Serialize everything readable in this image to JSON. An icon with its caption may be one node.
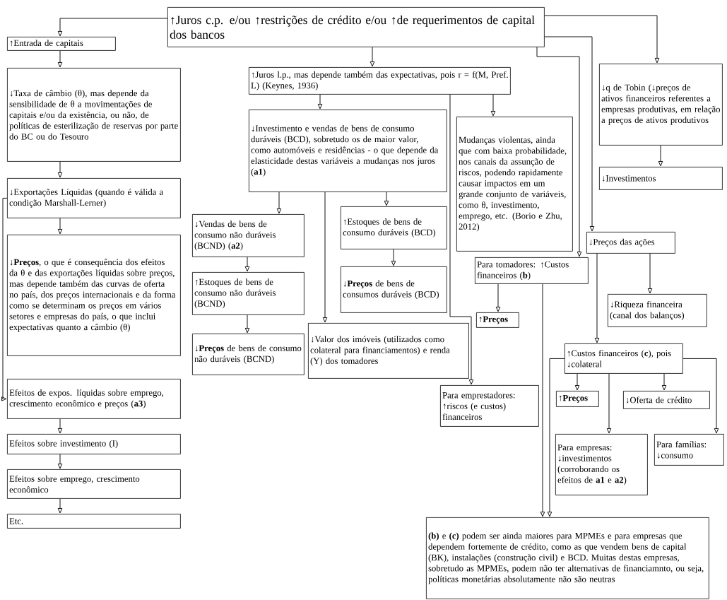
{
  "diagram": {
    "nodes": [
      {
        "text": [
          "↑Juros c.p. e/ou ↑restrições de crédito e/ou ↑de requerimentos de capital dos bancos"
        ]
      },
      {
        "text": [
          "↑Entrada de capitais"
        ]
      },
      {
        "text": [
          "↓Taxa de câmbio (θ), mas depende da sensibilidade de θ a movimentações de capitais e/ou da existência, ou não, de políticas de esterilização de reservas por parte do BC ou do Tesouro"
        ]
      },
      {
        "text": [
          "↓Exportações Líquidas (quando é válida a condição Marshall-Lerner)"
        ]
      },
      {
        "text": [
          "↓**Preços**, o que é consequência dos efeitos da θ e das exportações líquidas sobre preços, mas depende também das curvas de oferta no país, dos preços internacionais e da forma como se determinam os preços em vários setores e empresas do país, o que inclui expectativas quanto a câmbio (θ)"
        ]
      },
      {
        "text": [
          "Efeitos de expos. líquidas sobre emprego, crescimento econômico e preços (**a3**)"
        ]
      },
      {
        "text": [
          "Efeitos sobre investimento (I)"
        ]
      },
      {
        "text": [
          "Efeitos sobre emprego, crescimento econômico"
        ]
      },
      {
        "text": [
          "Etc."
        ]
      },
      {
        "text": [
          "↑Juros l.p., mas depende também das expectativas, pois r = f(M, Pref. L) (Keynes, 1936)"
        ]
      },
      {
        "text": [
          "↓Investimento e vendas de bens de consumo duráveis (BCD), sobretudo os de maior valor, como automóveis e residências - o que depende da elasticidade destas variáveis a mudanças nos juros (**a1**)"
        ]
      },
      {
        "text": [
          "↓Vendas de bens de consumo não duráveis (BCND) (**a2**)"
        ]
      },
      {
        "text": [
          "↑Estoques de bens de consumo não duráveis (BCND)"
        ]
      },
      {
        "text": [
          "↓**Preços** de bens de consumo não duráveis (BCND)"
        ]
      },
      {
        "text": [
          "↑Estoques de bens de consumo duráveis (BCD)"
        ]
      },
      {
        "text": [
          "↓**Preços** de bens de consumos duráveis (BCD)"
        ]
      },
      {
        "text": [
          "↓Valor dos imóveis (utilizados como colateral para financiamentos) e renda (Y) dos tomadores"
        ]
      },
      {
        "text": [
          "Mudanças violentas, ainda que com baixa probabilidade, nos canais da assunção de riscos, podendo rapidamente causar impactos em um grande conjunto de variáveis, como θ, investimento, emprego, etc. (Borio e Zhu, 2012)"
        ]
      },
      {
        "text": [
          "Para tomadores: ↑Custos financeiros (**b**)"
        ]
      },
      {
        "text": [
          "↑**Preços**"
        ]
      },
      {
        "text": [
          "Para emprestadores: ↑riscos (e custos) financeiros"
        ]
      },
      {
        "text": [
          "↓q de Tobin (↓preços de ativos financeiros referentes a empresas produtivas, em relação a preços de ativos produtivos"
        ]
      },
      {
        "text": [
          "↓Investimentos"
        ]
      },
      {
        "text": [
          "↓Preços das ações"
        ]
      },
      {
        "text": [
          "↓Riqueza financeira (canal dos balanços)"
        ]
      },
      {
        "text": [
          "↑Custos financeiros (**c**), pois ↓colateral"
        ]
      },
      {
        "text": [
          "↑**Preços**"
        ]
      },
      {
        "text": [
          "↓Oferta de crédito"
        ]
      },
      {
        "text": [
          "Para empresas: ↓investimentos (corroborando os efeitos de **a1** e **a2**)"
        ]
      },
      {
        "text": [
          "Para famílias: ↓consumo"
        ]
      },
      {
        "text": [
          "**(b)** e **(c)** podem ser ainda maiores para MPMEs e para empresas que dependem fortemente de crédito, como as que vendem bens de capital (BK), instalações (construção civil) e BCD. Muitas destas empresas, sobretudo as MPMEs, podem não ter alternativas de financiamnto, ou seja, políticas monetárias absolutamente não são neutras"
        ]
      }
    ],
    "edges": [
      {
        "from": 0,
        "to": 1,
        "arrow": "to"
      },
      {
        "from": 0,
        "to": 21,
        "arrow": "to"
      },
      {
        "from": 0,
        "to": 9,
        "arrow": "to"
      },
      {
        "from": 0,
        "to": 18,
        "arrow": "to"
      },
      {
        "from": 0,
        "to": 23,
        "arrow": "to"
      },
      {
        "from": 1,
        "to": 2,
        "arrow": "to"
      },
      {
        "from": 2,
        "to": 3,
        "arrow": "to"
      },
      {
        "from": 3,
        "to": 4,
        "arrow": "to"
      },
      {
        "from": 3,
        "to": 5,
        "arrow": "to"
      },
      {
        "from": 5,
        "to": 6,
        "arrow": "to"
      },
      {
        "from": 6,
        "to": 7,
        "arrow": "to"
      },
      {
        "from": 7,
        "to": 8,
        "arrow": "to"
      },
      {
        "from": 9,
        "to": 10,
        "arrow": "to"
      },
      {
        "from": 9,
        "to": 17,
        "arrow": "to"
      },
      {
        "from": 9,
        "to": 20,
        "arrow": "to"
      },
      {
        "from": 10,
        "to": 11,
        "arrow": "to"
      },
      {
        "from": 10,
        "to": 14,
        "arrow": "to"
      },
      {
        "from": 10,
        "to": 16,
        "arrow": "to"
      },
      {
        "from": 11,
        "to": 12,
        "arrow": "to"
      },
      {
        "from": 12,
        "to": 13,
        "arrow": "to"
      },
      {
        "from": 14,
        "to": 15,
        "arrow": "to"
      },
      {
        "from": 18,
        "to": 19,
        "arrow": "to"
      },
      {
        "from": 18,
        "to": 30,
        "arrow": "to"
      },
      {
        "from": 21,
        "to": 22,
        "arrow": "to"
      },
      {
        "from": 23,
        "to": 24,
        "arrow": "to"
      },
      {
        "from": 23,
        "to": 25,
        "arrow": "to"
      },
      {
        "from": 25,
        "to": 26,
        "arrow": "to"
      },
      {
        "from": 25,
        "to": 28,
        "arrow": "to"
      },
      {
        "from": 25,
        "to": 30,
        "arrow": "to"
      },
      {
        "from": 25,
        "to": 27,
        "arrow": "to"
      },
      {
        "from": 25,
        "to": 29,
        "arrow": "to"
      }
    ]
  }
}
